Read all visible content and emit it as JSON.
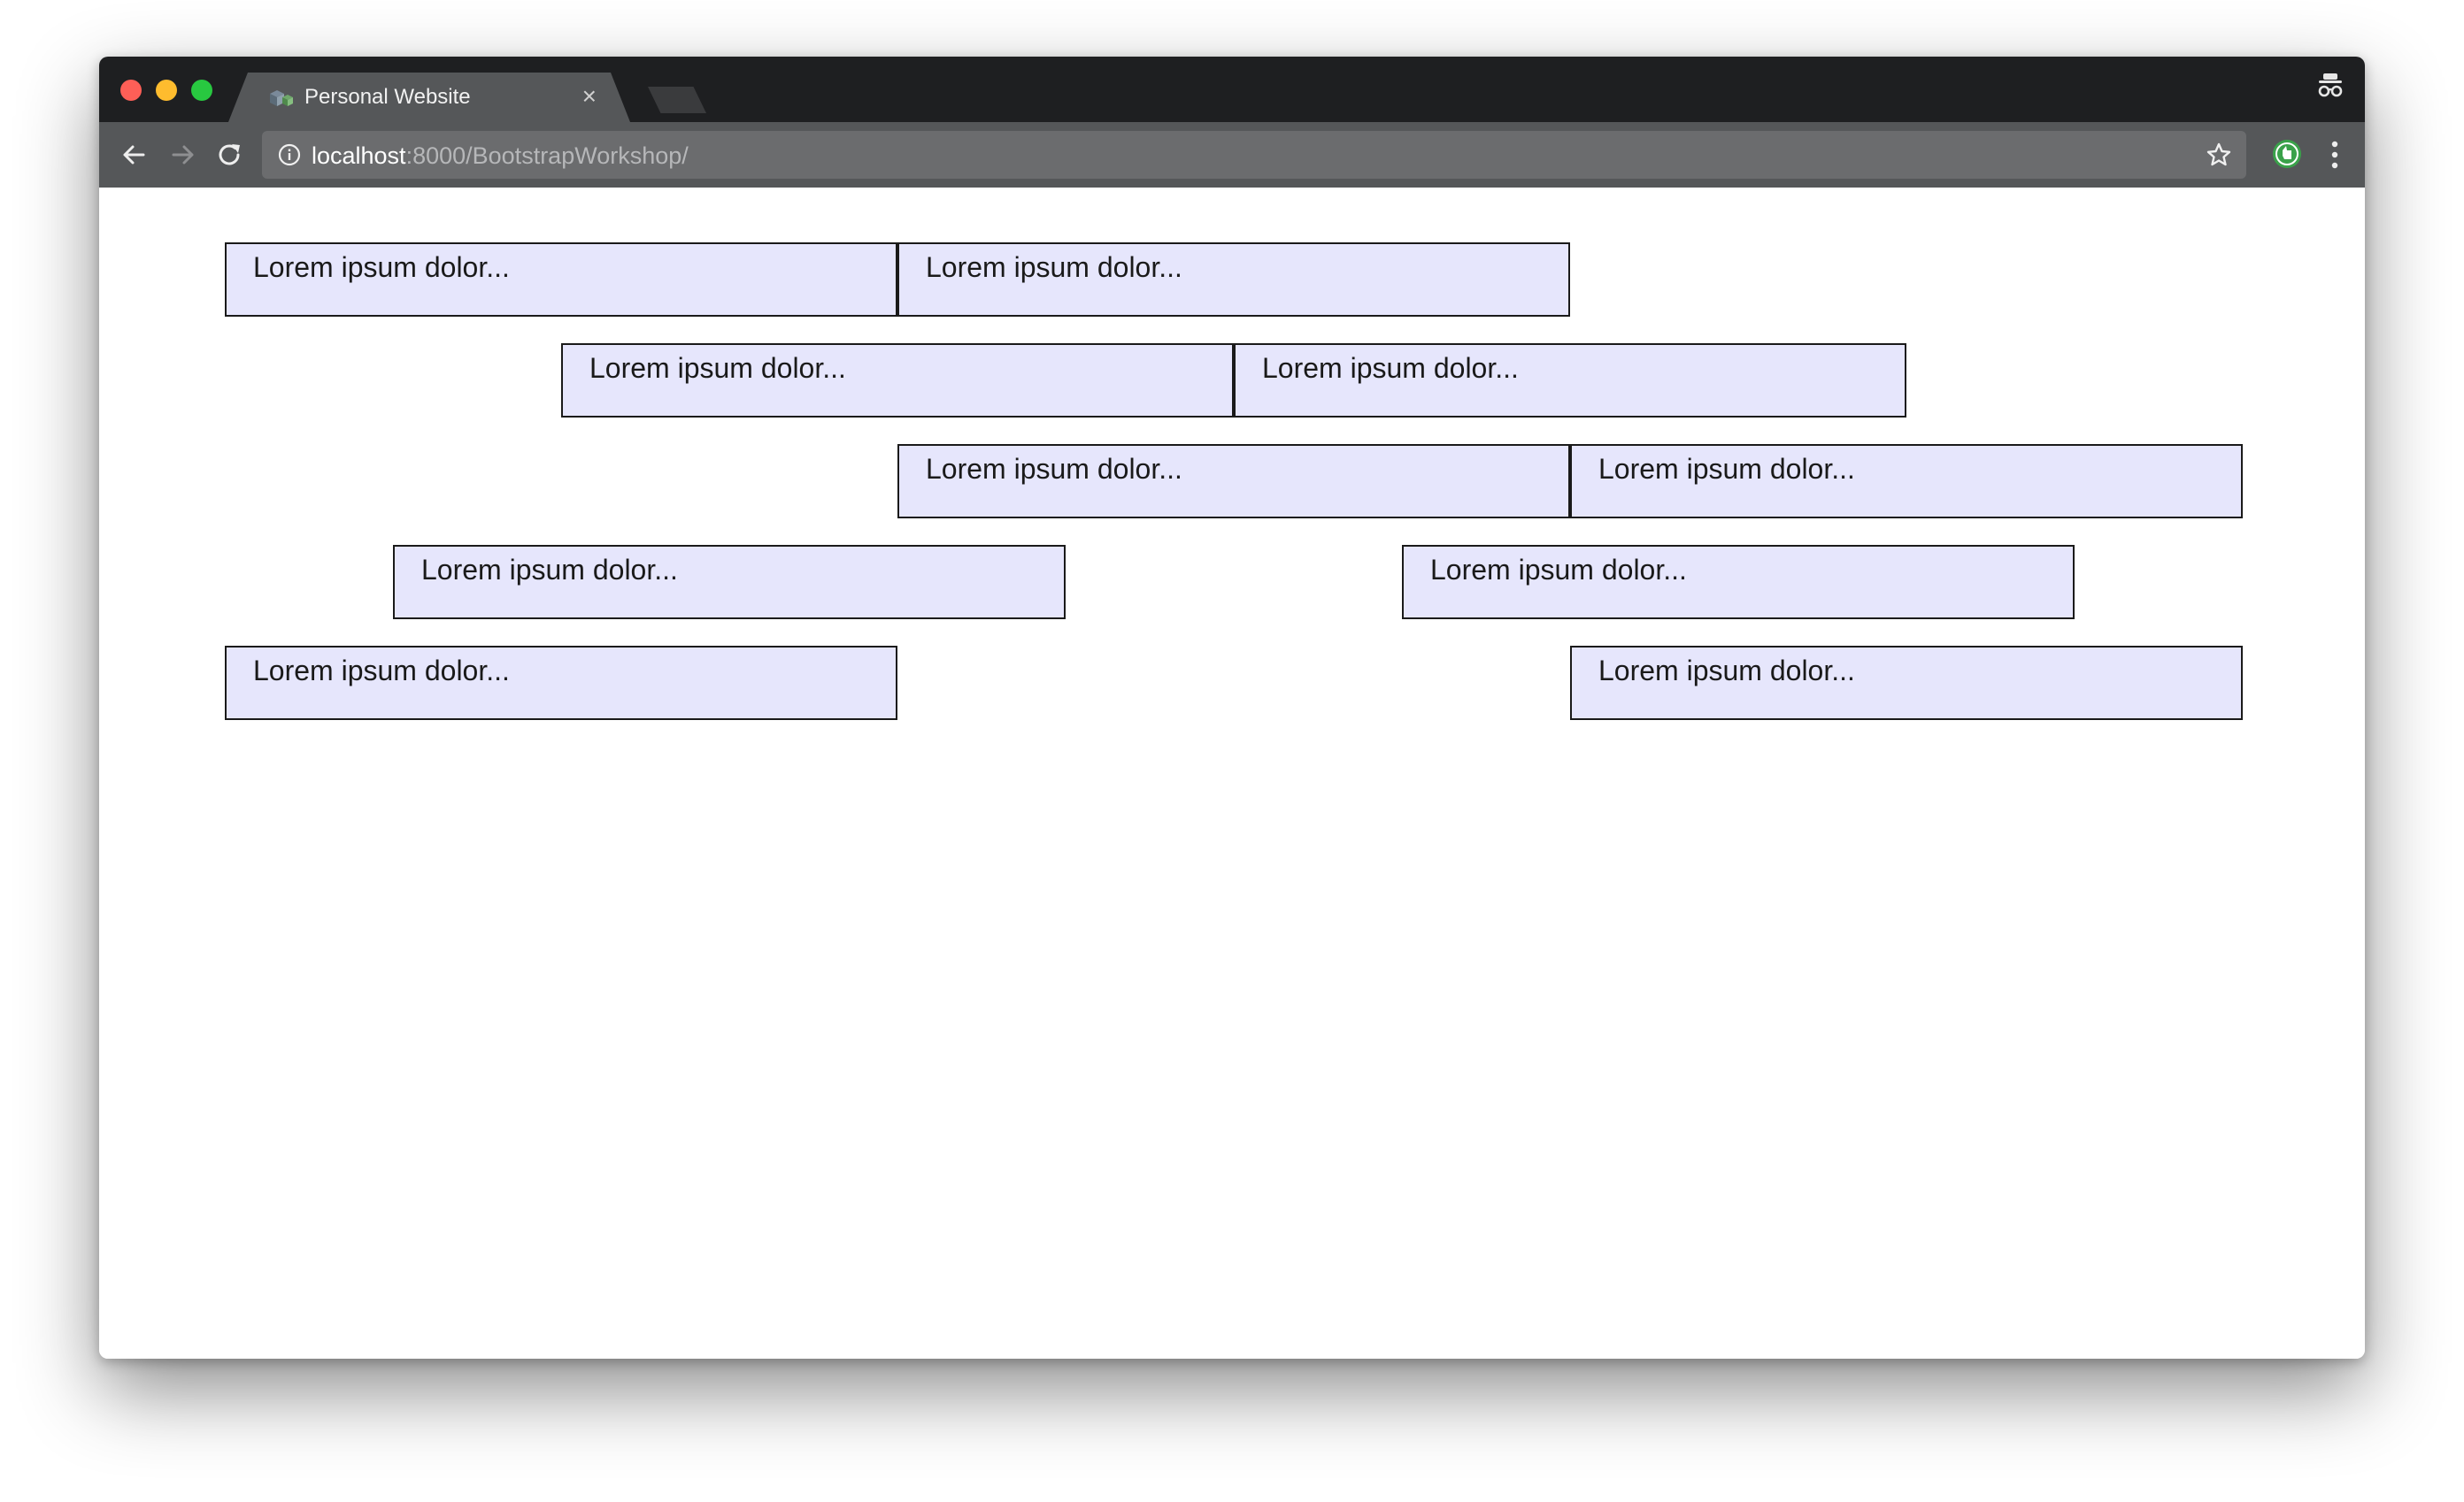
{
  "browser": {
    "tab": {
      "title": "Personal Website",
      "close_glyph": "×",
      "favicon": "bootstrap-cube-icon"
    },
    "address_bar": {
      "host": "localhost",
      "rest": ":8000/BootstrapWorkshop/"
    },
    "icons": {
      "back": "back-arrow-icon",
      "forward": "forward-arrow-icon",
      "reload": "reload-icon",
      "info": "info-icon",
      "bookmark": "star-icon",
      "extension": "extension-icon",
      "menu": "kebab-menu-icon",
      "incognito": "incognito-icon"
    },
    "colors": {
      "titlebar": "#1e1f21",
      "toolbar": "#555759",
      "omnibox": "#6b6c6e",
      "box_fill": "#e6e6fc",
      "box_border": "#1a1a1a"
    }
  },
  "page": {
    "rows": [
      {
        "boxes": [
          "Lorem ipsum dolor...",
          "Lorem ipsum dolor..."
        ]
      },
      {
        "boxes": [
          "Lorem ipsum dolor...",
          "Lorem ipsum dolor..."
        ]
      },
      {
        "boxes": [
          "Lorem ipsum dolor...",
          "Lorem ipsum dolor..."
        ]
      },
      {
        "boxes": [
          "Lorem ipsum dolor...",
          "Lorem ipsum dolor..."
        ]
      },
      {
        "boxes": [
          "Lorem ipsum dolor...",
          "Lorem ipsum dolor..."
        ]
      }
    ]
  }
}
